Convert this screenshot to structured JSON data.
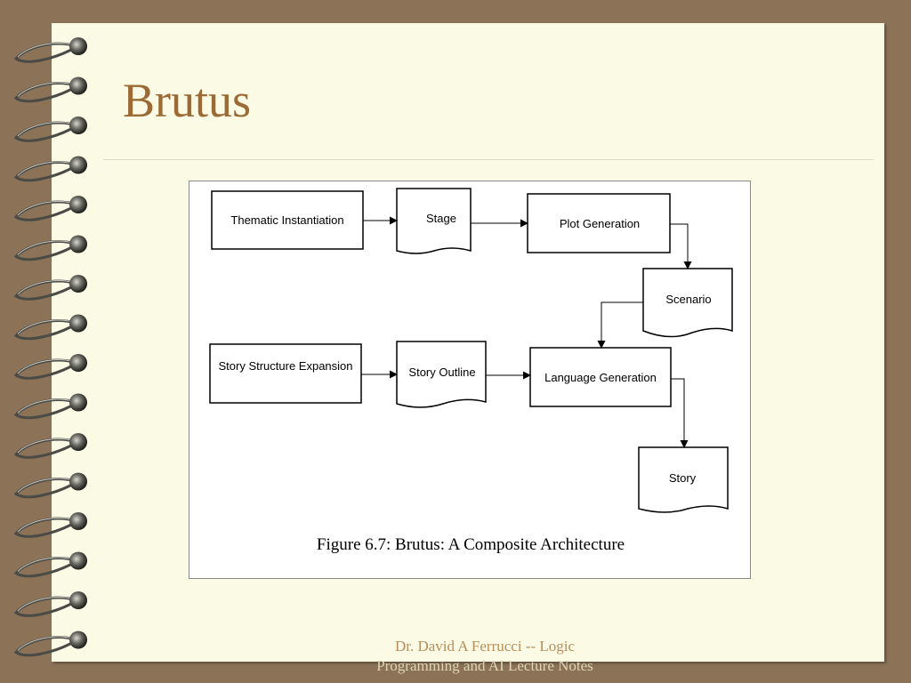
{
  "slide": {
    "title": "Brutus",
    "footer_line1": "Dr. David A Ferrucci   -- Logic",
    "footer_line2": "Programming and AI Lecture Notes"
  },
  "diagram": {
    "caption": "Figure 6.7: Brutus: A Composite Architecture",
    "nodes": {
      "thematic": "Thematic Instantiation",
      "stage": "Stage",
      "plot": "Plot Generation",
      "scenario": "Scenario",
      "structure": "Story Structure Expansion",
      "outline": "Story Outline",
      "language": "Language Generation",
      "story": "Story"
    }
  },
  "colors": {
    "background": "#8c7358",
    "page": "#fbfae4",
    "title": "#9c6a34"
  }
}
